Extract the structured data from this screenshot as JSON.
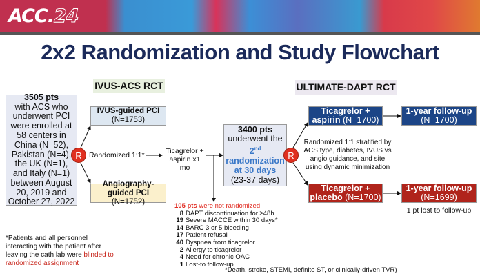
{
  "banner": {
    "logo": "ACC.24"
  },
  "title": "2x2 Randomization and Study Flowchart",
  "ivus_acs": {
    "label": "IVUS-ACS RCT",
    "enroll": {
      "lead": "3505 pts",
      "text": [
        "with ACS who",
        "underwent PCI",
        "were enrolled at",
        "58 centers in",
        "China (N=52),",
        "Pakistan (N=4),",
        "the UK (N=1),",
        "and Italy (N=1)",
        "between August",
        "20, 2019 and",
        "October 27, 2022"
      ]
    },
    "randomize_symbol": "R",
    "randomized_label": "Randomized 1:1*",
    "arm_ivus": {
      "name": "IVUS-guided PCI",
      "n": "(N=1753)"
    },
    "arm_angio": {
      "name": "Angiography-guided PCI",
      "n": "(N=1752)"
    },
    "treatment": [
      "Ticagrelor +",
      "aspirin x1 mo"
    ]
  },
  "second": {
    "lead": "3400 pts",
    "line2": "underwent the",
    "ord": "2",
    "sup": "nd",
    "blue": [
      "randomization",
      "at 30 days"
    ],
    "range": "(23-37 days)"
  },
  "excluded": {
    "header_bold": "105 pts",
    "header_rest": " were not randomized",
    "items": [
      {
        "n": "8",
        "reason": "DAPT discontinuation for ≥48h"
      },
      {
        "n": "19",
        "reason": "Severe MACCE within 30 days*"
      },
      {
        "n": "14",
        "reason": "BARC 3 or 5 bleeding"
      },
      {
        "n": "17",
        "reason": "Patient refusal"
      },
      {
        "n": "40",
        "reason": "Dyspnea from ticagrelor"
      },
      {
        "n": "2",
        "reason": "Allergy to ticagrelor"
      },
      {
        "n": "4",
        "reason": "Need for chronic OAC"
      },
      {
        "n": "1",
        "reason": "Lost-to follow-up"
      }
    ]
  },
  "ultimate": {
    "label": "ULTIMATE-DAPT RCT",
    "randomize_symbol": "R",
    "strat": [
      "Randomized 1:1 stratified by",
      "ACS type, diabetes, IVUS vs",
      "angio guidance, and site",
      "using dynamic minimization"
    ],
    "arm_aspirin": {
      "l1": "Ticagrelor +",
      "l2b": "aspirin",
      "l2": " (N=1700)"
    },
    "arm_placebo": {
      "l1": "Ticagrelor +",
      "l2b": "placebo",
      "l2": " (N=1700)"
    },
    "fu_aspirin": {
      "l1": "1-year follow-up",
      "l2": "(N=1700)"
    },
    "fu_placebo": {
      "l1": "1-year follow-up",
      "l2": "(N=1699)"
    },
    "lost": "1 pt lost to follow-up"
  },
  "footnote_left": {
    "text": "*Patients and all personnel interacting with the patient after leaving the cath lab were ",
    "red": "blinded to randomized assignment"
  },
  "footnote_bottom": "*Death, stroke, STEMI, definite ST, or clinically-driven TVR)",
  "colors": {
    "navy": "#1c4587",
    "red": "#b0241b",
    "title": "#1b2a5a",
    "r": "#e03020"
  }
}
